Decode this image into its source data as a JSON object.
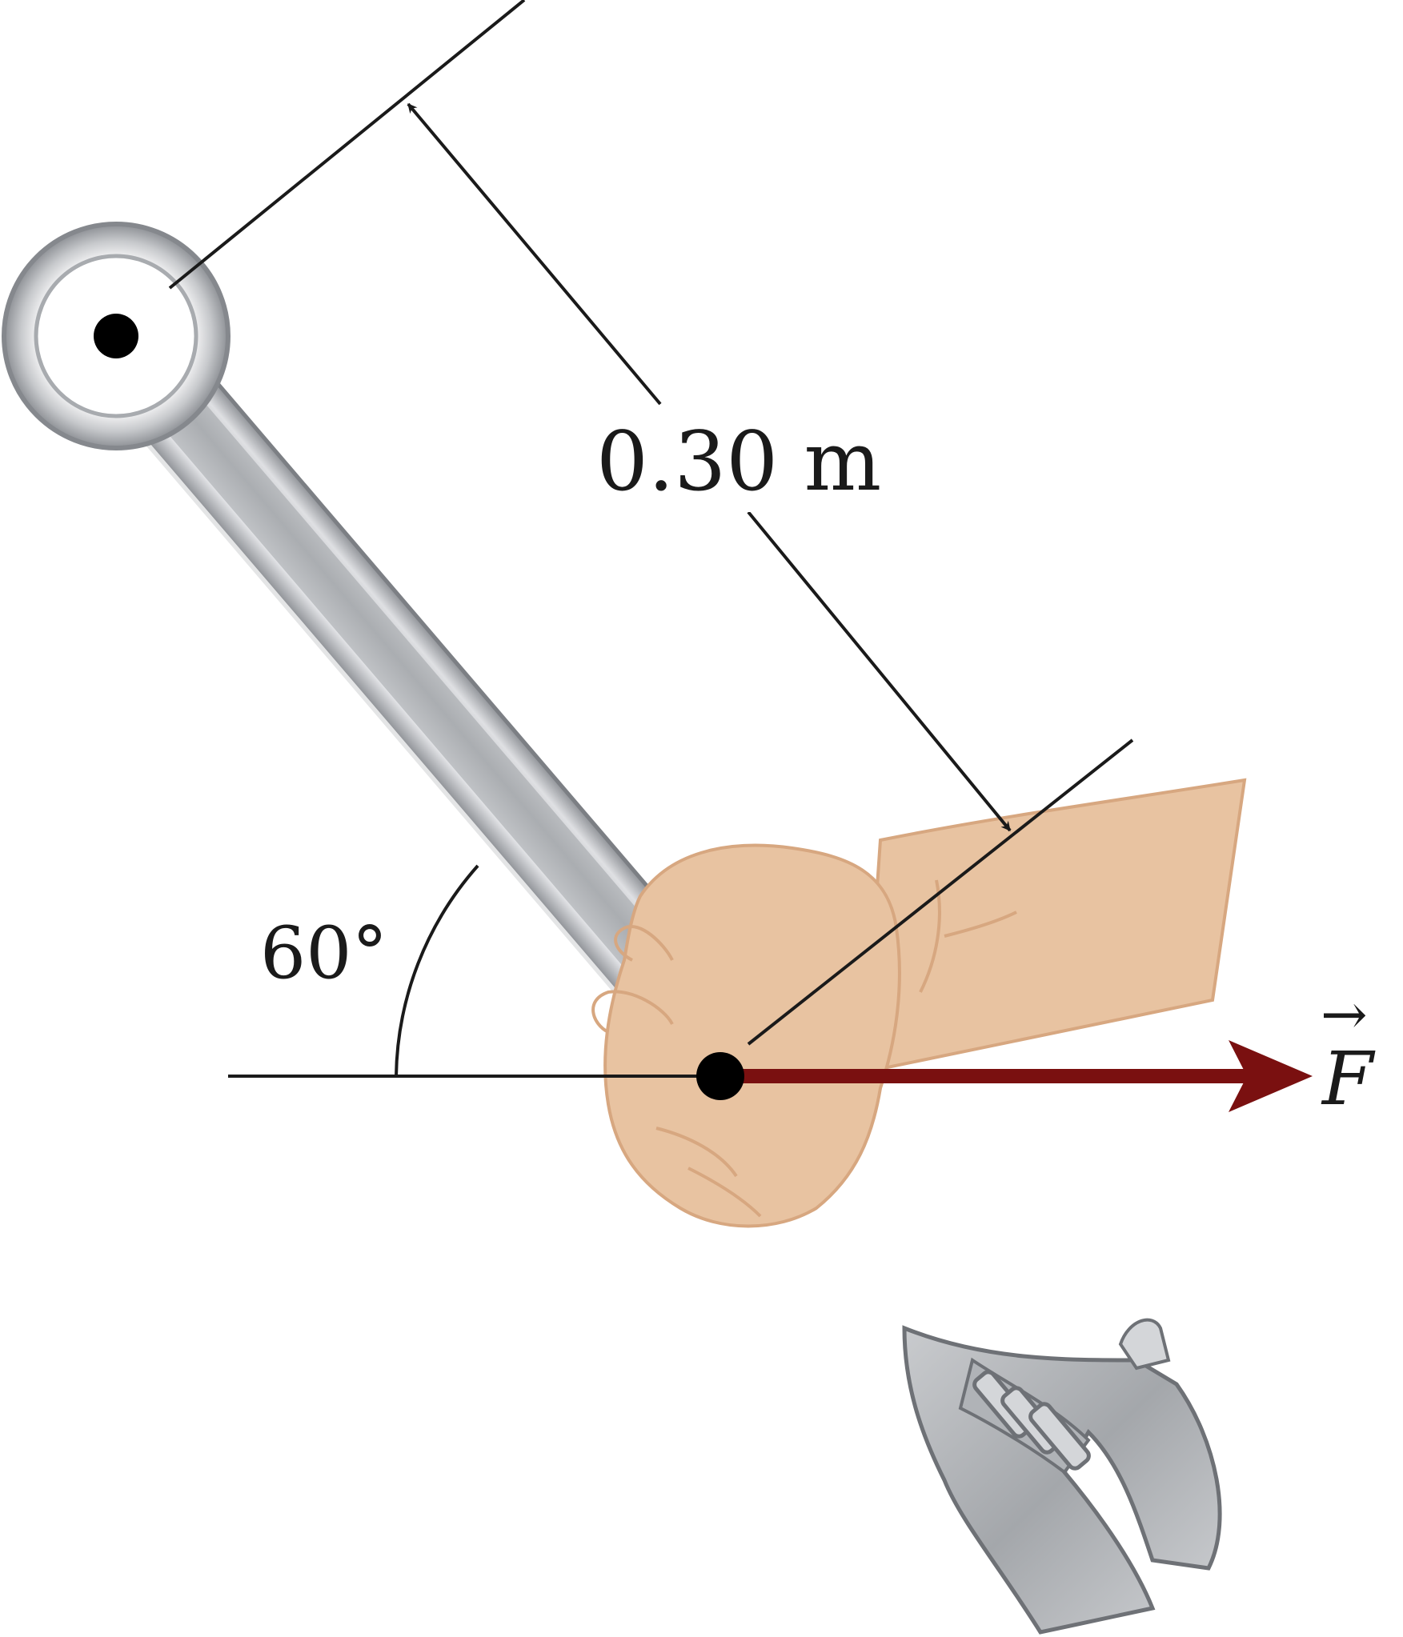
{
  "diagram": {
    "distance_label": "0.30 m",
    "angle_label": "60°",
    "force_label": "F",
    "force_arrow_symbol": "→"
  },
  "colors": {
    "force_arrow": "#7a1010",
    "skin": "#e8c3a1",
    "skin_outline": "#d7a780",
    "metal_light": "#e9eaec",
    "metal_mid": "#b6b8bc",
    "metal_dark": "#7f8287",
    "line": "#1a1a1a"
  },
  "icons": {
    "pivot": "pivot-dot-icon",
    "application_point": "application-point-dot-icon",
    "hand": "hand-icon",
    "wrench": "wrench-icon"
  }
}
